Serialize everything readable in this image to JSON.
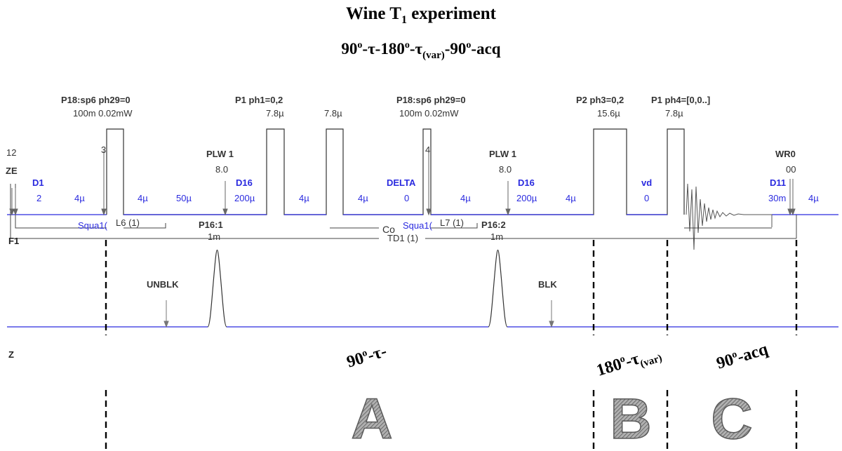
{
  "title": {
    "line1_main": "Wine T",
    "line1_sub": "1",
    "line1_end": " experiment",
    "line2_p1": "90",
    "line2_sup1": "o",
    "line2_p2": "-τ-180",
    "line2_sup2": "o",
    "line2_p3": "-τ",
    "line2_sub": "(var)",
    "line2_p4": "-90",
    "line2_sup3": "o",
    "line2_p5": "-acq"
  },
  "channels": {
    "f1": "F1",
    "z": "Z"
  },
  "labels": {
    "loop_start": "12",
    "ze": "ZE",
    "d1_name": "D1",
    "d1_val": "2",
    "mu4_a": "4µ",
    "p18a_title": "P18:sp6 ph29=0",
    "p18a_sub": "100m  0.02mW",
    "marker3": "3",
    "mu4_b": "4µ",
    "mu50": "50µ",
    "squa1_a": "Squa1(",
    "l6": "L6 (1)",
    "plw1_a": "PLW 1",
    "plw1_a_val": "8.0",
    "d16a_name": "D16",
    "d16a_val": "200µ",
    "p16a": "P16:1",
    "p16a_val": "1m",
    "p1_title": "P1 ph1=0,2",
    "p1_val_a": "7.8µ",
    "p1_val_b": "7.8µ",
    "mu4_c": "4µ",
    "mu4_d": "4µ",
    "p18b_title": "P18:sp6 ph29=0",
    "p18b_sub": "100m  0.02mW",
    "marker4": "4",
    "delta_name": "DELTA",
    "delta_val": "0",
    "mu4_e": "4µ",
    "squa1_b": "Squa1(",
    "l7": "L7 (1)",
    "co": "Co",
    "plw1_b": "PLW 1",
    "plw1_b_val": "8.0",
    "d16b_name": "D16",
    "d16b_val": "200µ",
    "p16b": "P16:2",
    "p16b_val": "1m",
    "mu4_f": "4µ",
    "p2_title": "P2 ph3=0,2",
    "p2_val": "15.6µ",
    "p1b_title": "P1 ph4=[0,0..]",
    "p1b_val": "7.8µ",
    "vd_name": "vd",
    "vd_val": "0",
    "wr0": "WR0",
    "wr0_val": "00",
    "d11_name": "D11",
    "d11_val": "30m",
    "mu4_g": "4µ",
    "td1": "TD1 (1)",
    "unblk": "UNBLK",
    "blk": "BLK"
  },
  "segments": {
    "a_label_p1": "90",
    "a_label_sup": "o",
    "a_label_p2": "-τ-",
    "b_label_p1": "180",
    "b_label_sup": "o",
    "b_label_p2": "-τ",
    "b_label_sub": "(var)",
    "c_label_p1": "90",
    "c_label_sup": "o",
    "c_label_p2": "-acq",
    "a_letter": "A",
    "b_letter": "B",
    "c_letter": "C"
  },
  "colors": {
    "blue": "#2a2adf",
    "text": "#222222",
    "line": "#555555",
    "letter": "#8a8a8a"
  }
}
